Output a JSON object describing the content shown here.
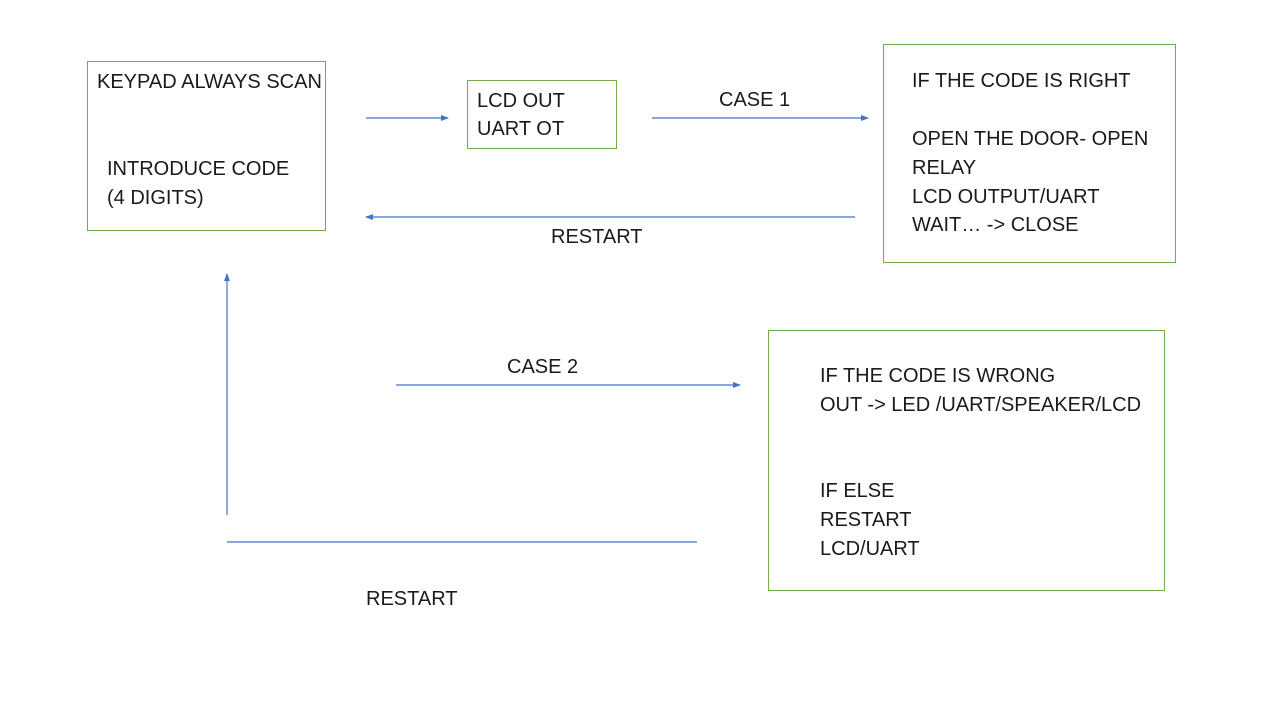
{
  "colors": {
    "box_border": "#70AD47",
    "connector": "#4472C4",
    "text": "#1a1a1a"
  },
  "boxes": {
    "keypad": {
      "title": "KEYPAD ALWAYS SCAN",
      "lines": [
        "INTRODUCE CODE",
        "(4 DIGITS)"
      ]
    },
    "lcd_out": {
      "lines": [
        "LCD OUT",
        "UART OT"
      ]
    },
    "code_right": {
      "lines": [
        "IF THE CODE IS RIGHT",
        "",
        "OPEN THE DOOR- OPEN",
        "RELAY",
        "LCD OUTPUT/UART",
        "WAIT… -> CLOSE"
      ]
    },
    "code_wrong": {
      "lines": [
        "IF THE CODE IS WRONG",
        "OUT -> LED /UART/SPEAKER/LCD",
        "",
        "",
        "IF ELSE",
        "RESTART",
        "LCD/UART"
      ]
    }
  },
  "labels": {
    "case1": "CASE 1",
    "restart_top": "RESTART",
    "case2": "CASE 2",
    "restart_bottom": "RESTART"
  }
}
